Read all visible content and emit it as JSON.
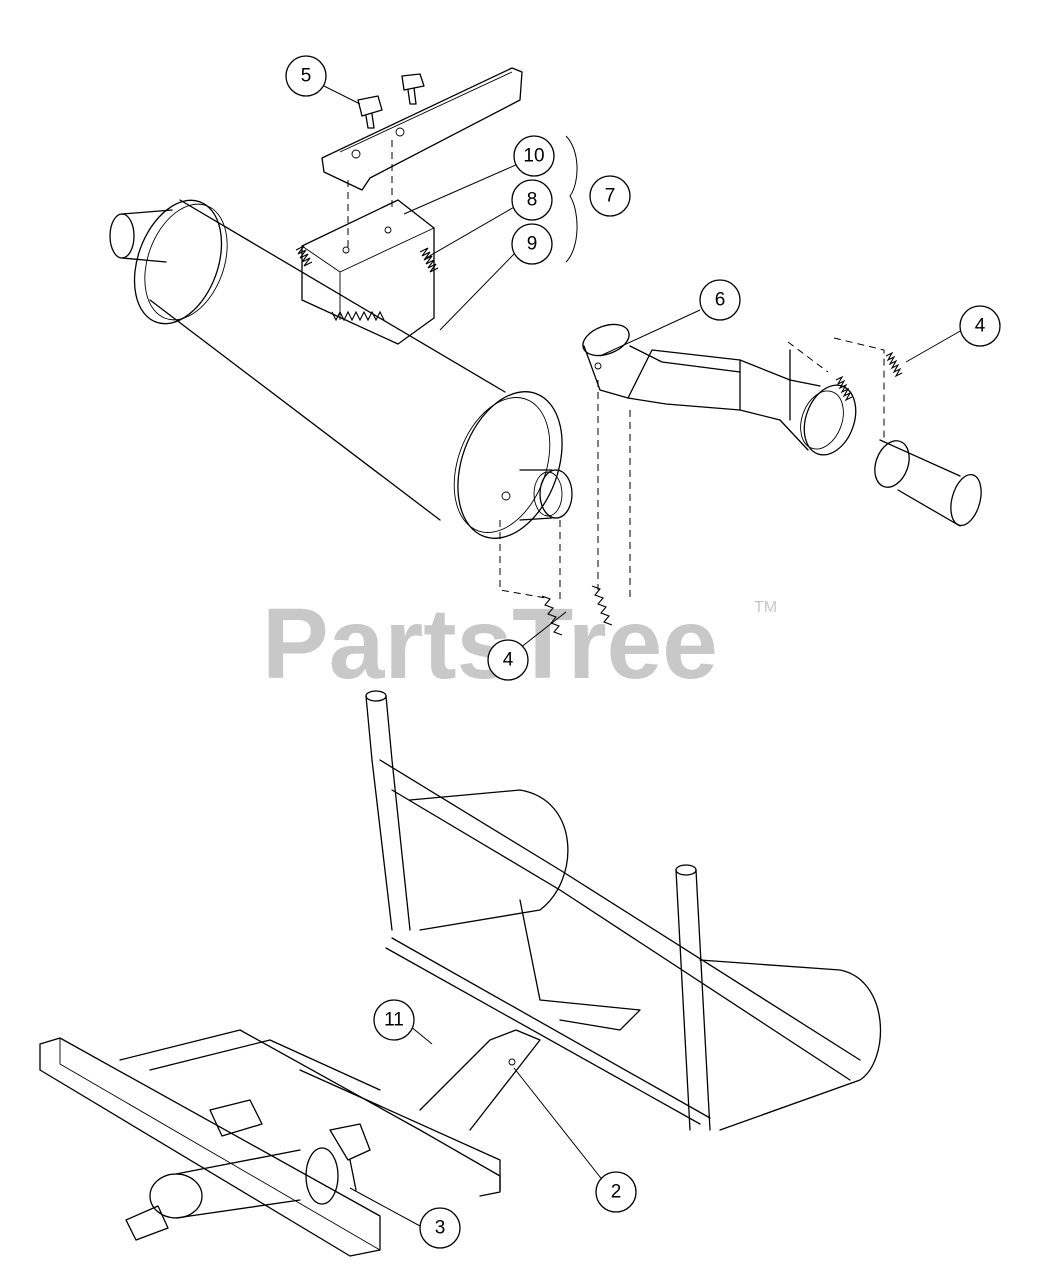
{
  "watermark": {
    "text": "PartsTree",
    "trademark": "TM"
  },
  "callouts": [
    {
      "id": "c5",
      "label": "5"
    },
    {
      "id": "c10",
      "label": "10"
    },
    {
      "id": "c8",
      "label": "8"
    },
    {
      "id": "c9",
      "label": "9"
    },
    {
      "id": "c7",
      "label": "7"
    },
    {
      "id": "c6",
      "label": "6"
    },
    {
      "id": "c4a",
      "label": "4"
    },
    {
      "id": "c4b",
      "label": "4"
    },
    {
      "id": "c11",
      "label": "11"
    },
    {
      "id": "c2",
      "label": "2"
    },
    {
      "id": "c3",
      "label": "3"
    }
  ]
}
